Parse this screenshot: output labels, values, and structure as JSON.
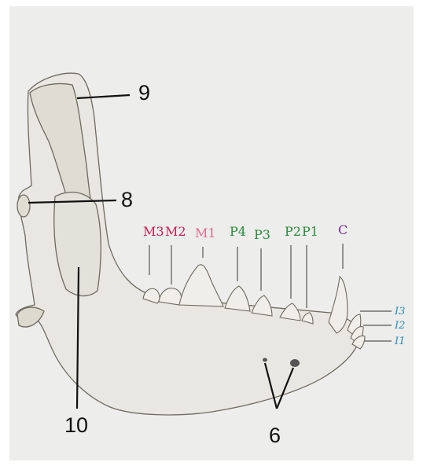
{
  "figure": {
    "colors": {
      "background": "#ececea",
      "paper": "#f3f3f0",
      "bone": "#e9e8e3",
      "outline": "#6e6a5f",
      "molar_label": "#c21f55",
      "m1_label": "#e06c92",
      "premolar_label": "#2a8a3c",
      "canine_label": "#7a2d9a",
      "incisor_label": "#2a8ab8",
      "leader": "#111111"
    },
    "callouts": [
      {
        "id": "9",
        "text": "9"
      },
      {
        "id": "8",
        "text": "8"
      },
      {
        "id": "10",
        "text": "10"
      },
      {
        "id": "6",
        "text": "6"
      }
    ],
    "teeth": [
      {
        "id": "M3",
        "text": "M3",
        "color": "molar_label"
      },
      {
        "id": "M2",
        "text": "M2",
        "color": "molar_label"
      },
      {
        "id": "M1",
        "text": "M1",
        "color": "m1_label"
      },
      {
        "id": "P4",
        "text": "P4",
        "color": "premolar_label"
      },
      {
        "id": "P3",
        "text": "P3",
        "color": "premolar_label"
      },
      {
        "id": "P2",
        "text": "P2",
        "color": "premolar_label"
      },
      {
        "id": "P1",
        "text": "P1",
        "color": "premolar_label"
      },
      {
        "id": "C",
        "text": "C",
        "color": "canine_label"
      }
    ],
    "incisors": [
      {
        "id": "I3",
        "text": "I3"
      },
      {
        "id": "I2",
        "text": "I2"
      },
      {
        "id": "I1",
        "text": "I1"
      }
    ]
  }
}
